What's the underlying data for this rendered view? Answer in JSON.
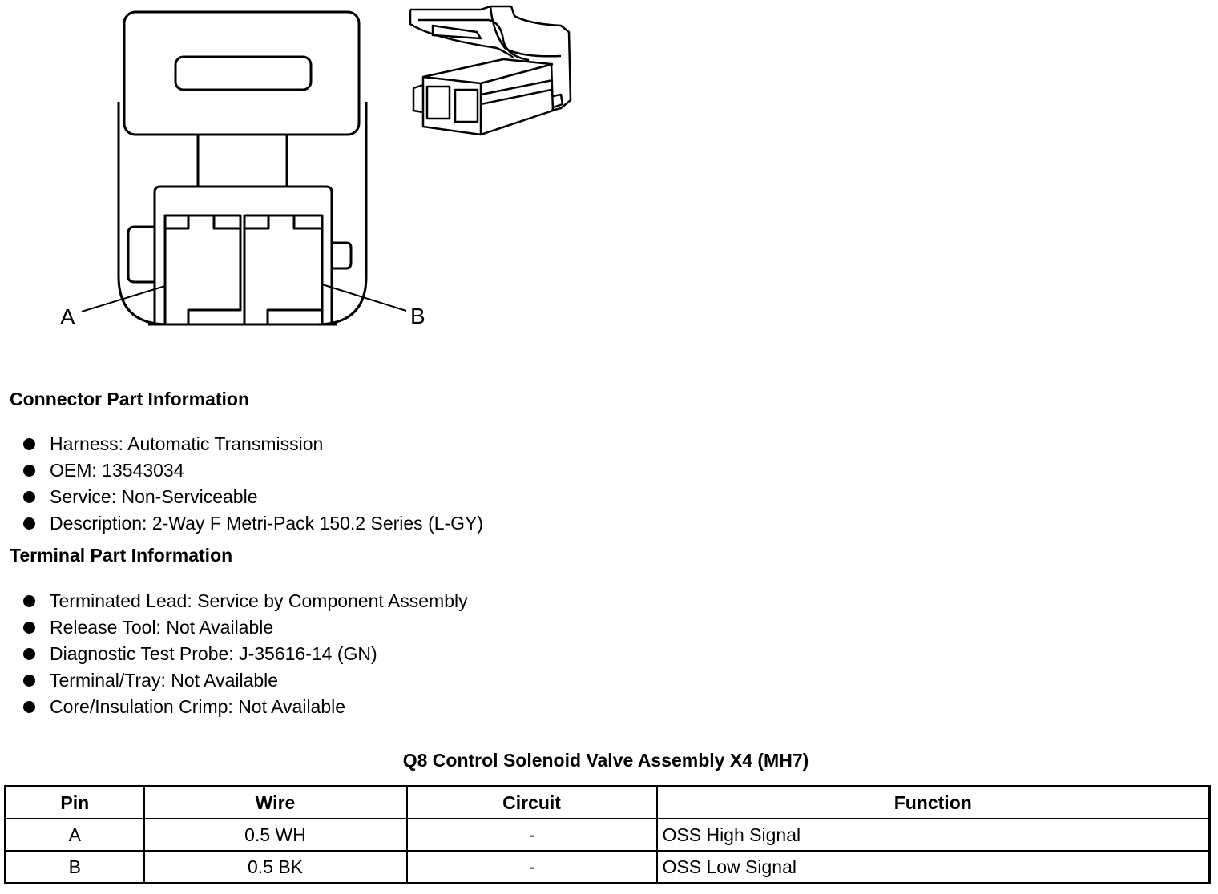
{
  "diagram": {
    "label_a": "A",
    "label_b": "B"
  },
  "connector_info": {
    "title": "Connector Part Information",
    "items": [
      "Harness: Automatic Transmission",
      "OEM: 13543034",
      "Service: Non-Serviceable",
      "Description: 2-Way F Metri-Pack 150.2 Series (L-GY)"
    ]
  },
  "terminal_info": {
    "title": "Terminal Part Information",
    "items": [
      "Terminated Lead: Service by Component Assembly",
      "Release Tool: Not Available",
      "Diagnostic Test Probe: J-35616-14 (GN)",
      "Terminal/Tray: Not Available",
      "Core/Insulation Crimp: Not Available"
    ]
  },
  "table": {
    "caption": "Q8 Control Solenoid Valve Assembly X4 (MH7)",
    "headers": [
      "Pin",
      "Wire",
      "Circuit",
      "Function"
    ],
    "rows": [
      [
        "A",
        "0.5 WH",
        "-",
        "OSS High Signal"
      ],
      [
        "B",
        "0.5 BK",
        "-",
        "OSS Low Signal"
      ]
    ]
  }
}
